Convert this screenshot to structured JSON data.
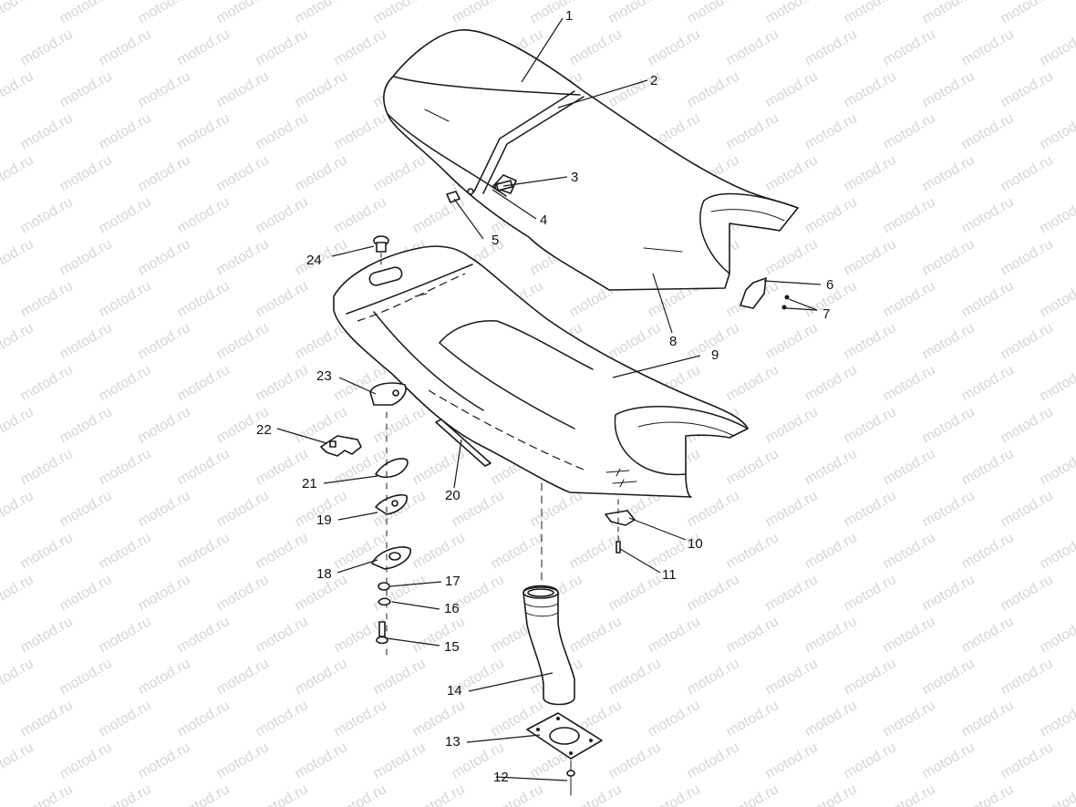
{
  "watermark": "motod.ru",
  "callouts": [
    {
      "id": 1,
      "label": "1",
      "part": "seat-cover"
    },
    {
      "id": 2,
      "label": "2",
      "part": "seat-strap"
    },
    {
      "id": 3,
      "label": "3",
      "part": "screw"
    },
    {
      "id": 4,
      "label": "4",
      "part": "strap-bracket"
    },
    {
      "id": 5,
      "label": "5",
      "part": "nut"
    },
    {
      "id": 6,
      "label": "6",
      "part": "seat-latch-plate"
    },
    {
      "id": 7,
      "label": "7",
      "part": "rivets"
    },
    {
      "id": 8,
      "label": "8",
      "part": "seat-foam"
    },
    {
      "id": 9,
      "label": "9",
      "part": "seat-base"
    },
    {
      "id": 10,
      "label": "10",
      "part": "hook-plate"
    },
    {
      "id": 11,
      "label": "11",
      "part": "rivet"
    },
    {
      "id": 12,
      "label": "12",
      "part": "screw"
    },
    {
      "id": 13,
      "label": "13",
      "part": "hose-flange"
    },
    {
      "id": 14,
      "label": "14",
      "part": "vent-hose"
    },
    {
      "id": 15,
      "label": "15",
      "part": "bolt"
    },
    {
      "id": 16,
      "label": "16",
      "part": "lock-washer"
    },
    {
      "id": 17,
      "label": "17",
      "part": "washer"
    },
    {
      "id": 18,
      "label": "18",
      "part": "latch-base"
    },
    {
      "id": 19,
      "label": "19",
      "part": "latch-plate"
    },
    {
      "id": 20,
      "label": "20",
      "part": "seal-strip"
    },
    {
      "id": 21,
      "label": "21",
      "part": "latch-spring"
    },
    {
      "id": 22,
      "label": "22",
      "part": "latch-clip"
    },
    {
      "id": 23,
      "label": "23",
      "part": "latch-cover"
    },
    {
      "id": 24,
      "label": "24",
      "part": "push-fastener"
    }
  ]
}
